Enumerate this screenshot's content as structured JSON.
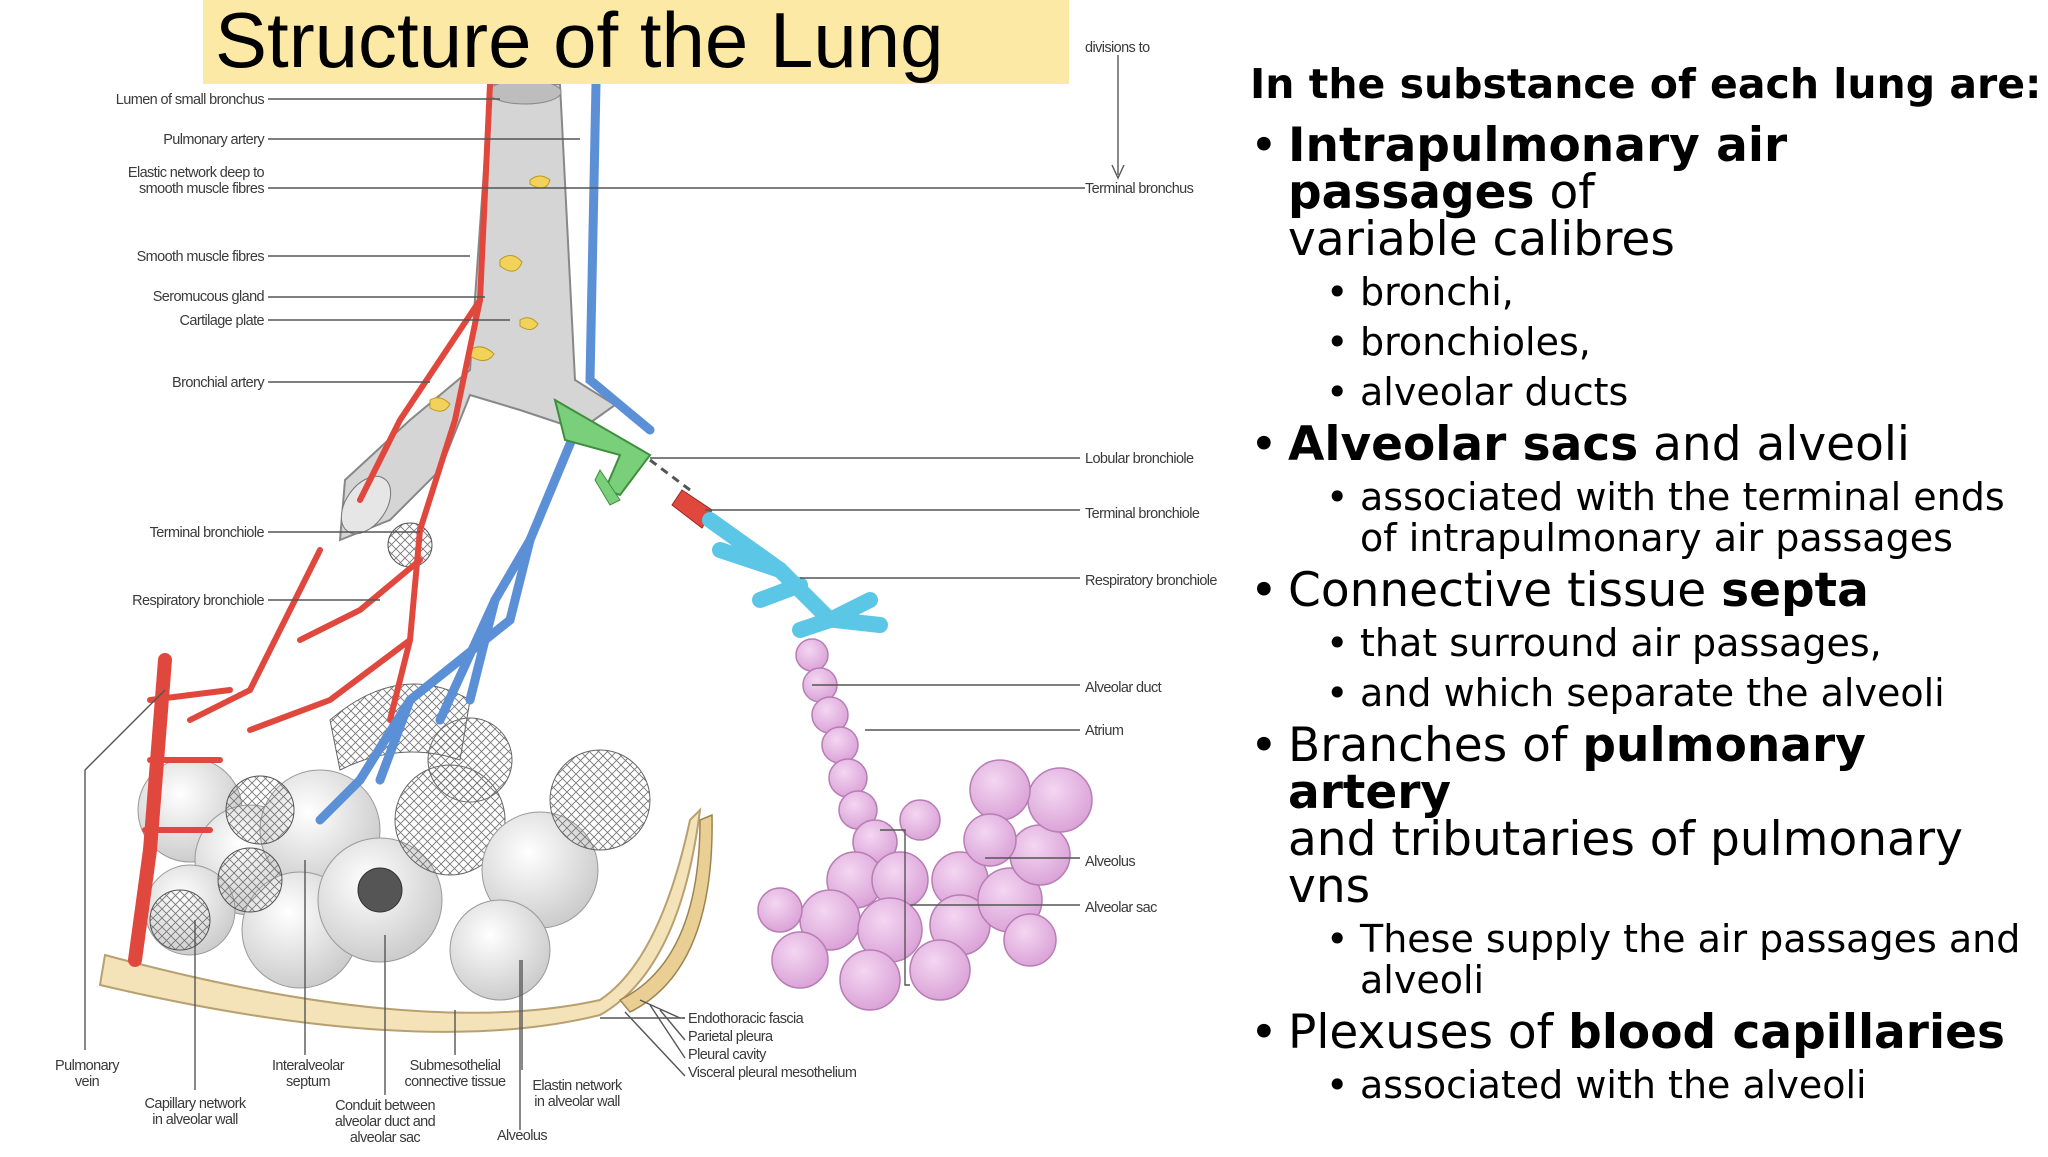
{
  "slide": {
    "title": "Structure of the Lung"
  },
  "figure": {
    "labels_left": {
      "lumen_small_bronchus": "Lumen of small bronchus",
      "pulmonary_artery": "Pulmonary artery",
      "elastic_network_1": "Elastic network deep to",
      "elastic_network_2": "smooth muscle fibres",
      "smooth_muscle_fibres": "Smooth muscle fibres",
      "seromucous_gland": "Seromucous gland",
      "cartilage_plate": "Cartilage plate",
      "bronchial_artery": "Bronchial artery",
      "terminal_bronchiole": "Terminal bronchiole",
      "respiratory_bronchiole": "Respiratory bronchiole"
    },
    "labels_right": {
      "divisions_to": "divisions to",
      "terminal_bronchus": "Terminal bronchus",
      "lobular_bronchiole": "Lobular bronchiole",
      "terminal_bronchiole": "Terminal bronchiole",
      "respiratory_bronchiole": "Respiratory bronchiole",
      "alveolar_duct": "Alveolar duct",
      "atrium": "Atrium",
      "alveolus": "Alveolus",
      "alveolar_sac": "Alveolar sac"
    },
    "labels_bottom": {
      "pulmonary_vein_1": "Pulmonary",
      "pulmonary_vein_2": "vein",
      "capillary_network_1": "Capillary network",
      "capillary_network_2": "in alveolar wall",
      "interalveolar_septum_1": "Interalveolar",
      "interalveolar_septum_2": "septum",
      "conduit_1": "Conduit between",
      "conduit_2": "alveolar duct and",
      "conduit_3": "alveolar sac",
      "submesothelial_1": "Submesothelial",
      "submesothelial_2": "connective tissue",
      "elastin_network_1": "Elastin network",
      "elastin_network_2": "in alveolar wall",
      "alveolus": "Alveolus",
      "endothoracic_fascia": "Endothoracic fascia",
      "parietal_pleura": "Parietal pleura",
      "pleural_cavity": "Pleural cavity",
      "visceral_pleural_mesothelium": "Visceral pleural mesothelium"
    },
    "colors": {
      "artery_blue": "#5b8fd6",
      "vein_red": "#e0483e",
      "terminal_bronchiole_green": "#7ad07a",
      "respiratory_bronchiole_cyan": "#5cc6e6",
      "alveolar_pink": "#e7b3e3",
      "gland_yellow": "#f3d259",
      "pleura_tan": "#f4e2b8"
    }
  },
  "content": {
    "heading": "In the substance of each lung are:",
    "bullets": [
      {
        "bold_lead": "Intrapulmonary air passages",
        "rest_1": " of",
        "rest_2": "variable calibres",
        "subs": [
          "bronchi,",
          "bronchioles,",
          "alveolar ducts"
        ]
      },
      {
        "bold_lead": "Alveolar sacs",
        "rest_1": " and alveoli",
        "subs": [
          "associated with the terminal ends",
          "of intrapulmonary air passages"
        ]
      },
      {
        "lead": "Connective tissue ",
        "bold_tail": "septa",
        "subs": [
          "that surround air passages,",
          "and which separate the alveoli"
        ]
      },
      {
        "lead": "Branches of ",
        "bold_mid": "pulmonary artery",
        "rest_2": "and tributaries of pulmonary",
        "rest_3": "vns",
        "subs": [
          "These supply the air passages and",
          "alveoli"
        ]
      },
      {
        "lead": "Plexuses of ",
        "bold_tail": "blood capillaries",
        "subs": [
          "associated with the alveoli"
        ]
      }
    ]
  }
}
